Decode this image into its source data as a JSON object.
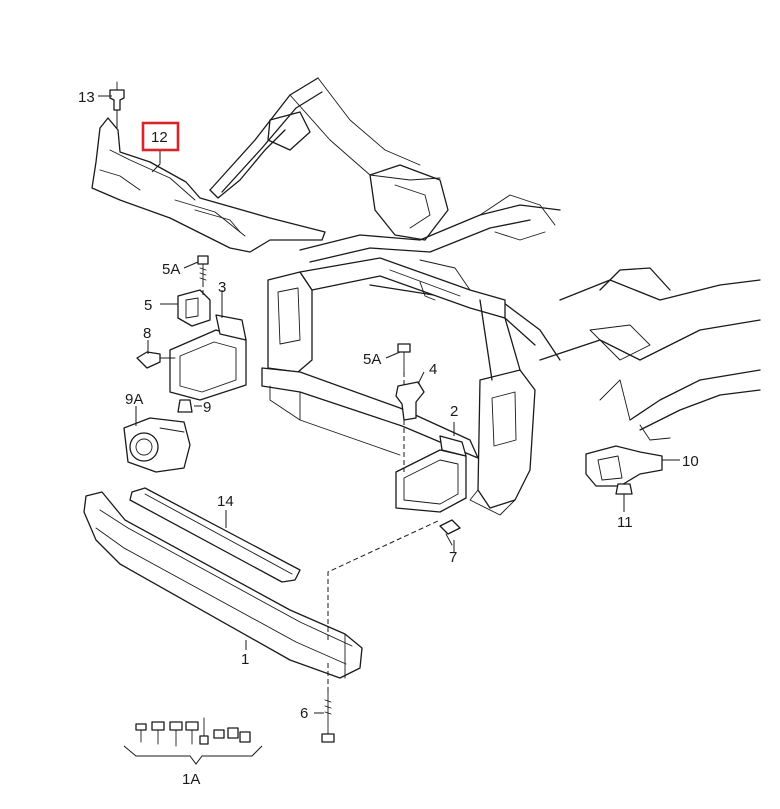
{
  "labels": {
    "p1": "1",
    "p1a": "1A",
    "p2": "2",
    "p3": "3",
    "p4": "4",
    "p5": "5",
    "p5a_left": "5A",
    "p5a_right": "5A",
    "p6": "6",
    "p7": "7",
    "p8": "8",
    "p9": "9",
    "p9a": "9A",
    "p10": "10",
    "p11": "11",
    "p12": "12",
    "p13": "13",
    "p14": "14"
  },
  "highlight": {
    "part": "12",
    "color": "#d9252a"
  }
}
